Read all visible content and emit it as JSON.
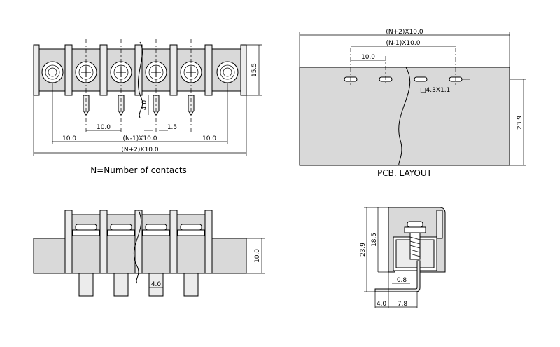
{
  "views": {
    "front": {
      "dim_pitch_left": "10.0",
      "dim_pitch_mid": "10.0",
      "dim_pitch_right": "10.0",
      "dim_n_minus_1": "(N-1)X10.0",
      "dim_n_plus_2": "(N+2)X10.0",
      "dim_height": "15.5",
      "dim_pin_len": "4.0",
      "dim_pin_w": "1.5",
      "caption": "N=Number of contacts"
    },
    "pcb": {
      "dim_n_plus_2": "(N+2)X10.0",
      "dim_n_minus_1": "(N-1)X10.0",
      "dim_pitch": "10.0",
      "dim_hole": "□4.3X1.1",
      "dim_depth": "23.9",
      "caption": "PCB. LAYOUT"
    },
    "side": {
      "dim_height": "10.0",
      "dim_pin": "4.0"
    },
    "profile": {
      "dim_total": "23.9",
      "dim_body": "18.5",
      "dim_pin_t": "0.8",
      "dim_pin_off": "4.0",
      "dim_depth": "7.8"
    }
  }
}
